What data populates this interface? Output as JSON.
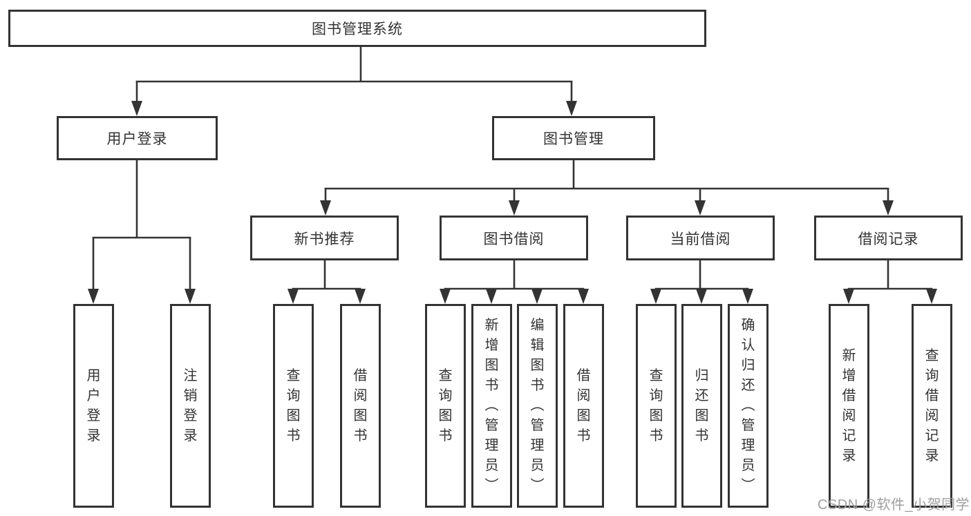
{
  "diagram": {
    "title": "图书管理系统",
    "root": {
      "label": "图书管理系统"
    },
    "level2": {
      "user_login": {
        "label": "用户登录"
      },
      "book_mgmt": {
        "label": "图书管理"
      }
    },
    "level3": {
      "new_books": {
        "label": "新书推荐"
      },
      "book_borrow": {
        "label": "图书借阅"
      },
      "current_borrow": {
        "label": "当前借阅"
      },
      "borrow_records": {
        "label": "借阅记录"
      }
    },
    "leaves": {
      "ul_login": {
        "label": "用户登录"
      },
      "ul_logout": {
        "label": "注销登录"
      },
      "nb_query": {
        "label": "查询图书"
      },
      "nb_borrow": {
        "label": "借阅图书"
      },
      "bb_query": {
        "label": "查询图书"
      },
      "bb_add": {
        "label": "新增图书（管理员）"
      },
      "bb_edit": {
        "label": "编辑图书（管理员）"
      },
      "bb_borrow": {
        "label": "借阅图书"
      },
      "cb_query": {
        "label": "查询图书"
      },
      "cb_return": {
        "label": "归还图书"
      },
      "cb_confirm": {
        "label": "确认归还（管理员）"
      },
      "br_add": {
        "label": "新增借阅记录"
      },
      "br_query": {
        "label": "查询借阅记录"
      }
    },
    "watermark": "CSDN @软件_小贺同学"
  },
  "colors": {
    "line": "#333333",
    "text": "#333333",
    "box_background": "#ffffff",
    "watermark": "#9e9e9e",
    "background": "#ffffff"
  }
}
